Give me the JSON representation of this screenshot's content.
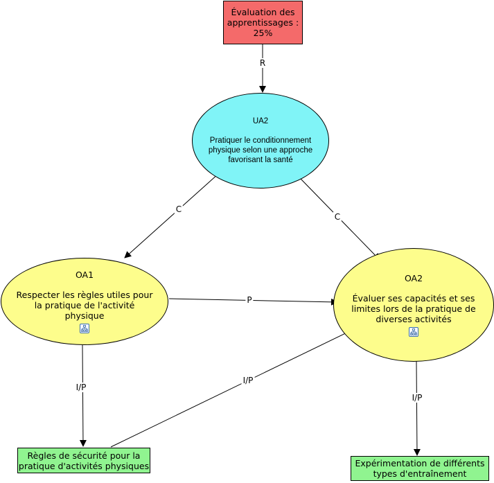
{
  "nodes": {
    "evaluation": {
      "text": "Évaluation des apprentissages : 25%",
      "color": "#f46a6a"
    },
    "ua2": {
      "title": "UA2",
      "text": "Pratiquer le conditionnement physique selon une approche favorisant la santé",
      "color": "#80f4f7"
    },
    "oa1": {
      "title": "OA1",
      "text": "Respecter les règles utiles pour la pratique de l'activité physique",
      "color": "#fdfd8c",
      "icon": "hierarchy-icon"
    },
    "oa2": {
      "title": "OA2",
      "text": "Évaluer ses capacités et ses limites lors de la pratique de diverses activités",
      "color": "#fdfd8c",
      "icon": "hierarchy-icon"
    },
    "regles": {
      "text": "Règles de sécurité pour la pratique d'activités physiques",
      "color": "#90f490"
    },
    "experimentation": {
      "text": "Expérimentation de différents types d'entraînement",
      "color": "#90f490"
    }
  },
  "edges": {
    "eval_ua2": "R",
    "ua2_oa1": "C",
    "ua2_oa2": "C",
    "oa1_oa2": "P",
    "oa1_regles": "I/P",
    "regles_oa2": "I/P",
    "oa2_experimentation": "I/P"
  }
}
